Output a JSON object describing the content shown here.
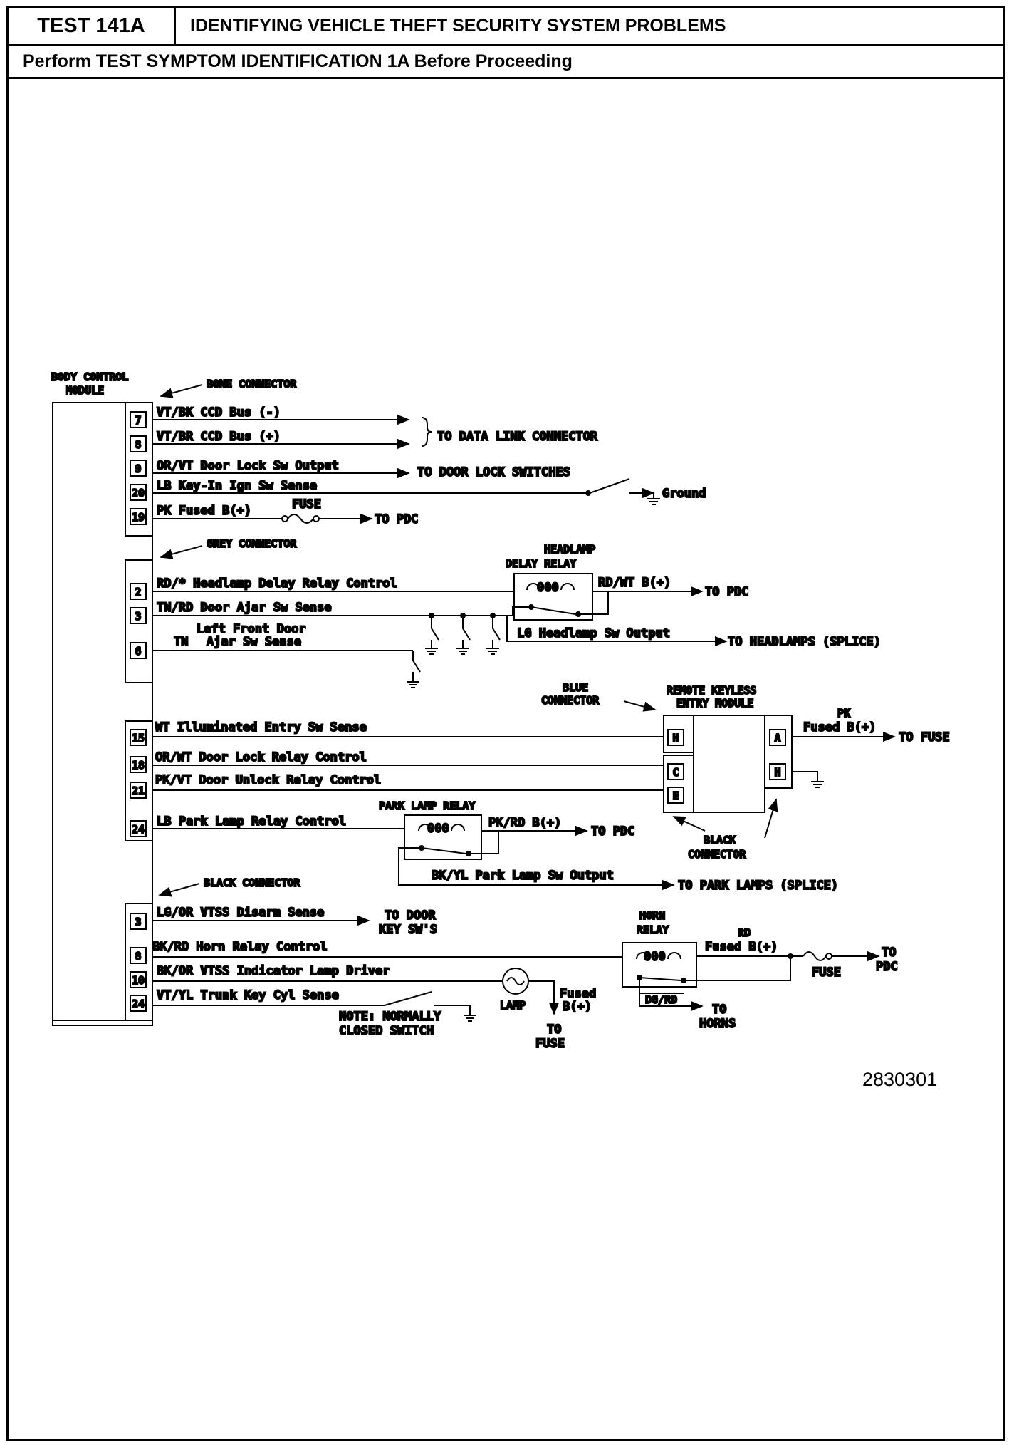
{
  "header": {
    "test_id": "TEST 141A",
    "title": "IDENTIFYING VEHICLE THEFT SECURITY SYSTEM PROBLEMS",
    "instruction": "Perform TEST SYMPTOM IDENTIFICATION 1A Before Proceeding"
  },
  "diagram": {
    "module_label_1": "BODY CONTROL",
    "module_label_2": "MODULE",
    "bone": {
      "title": "BONE CONNECTOR",
      "pins": [
        "7",
        "8",
        "9",
        "20",
        "19"
      ],
      "wires": [
        "VT/BK CCD Bus (-)",
        "VT/BR CCD Bus (+)",
        "OR/VT Door Lock Sw Output",
        "LB Key-In Ign Sw Sense",
        "PK Fused B(+)"
      ],
      "dest_data_link": "TO DATA LINK CONNECTOR",
      "dest_door_lock": "TO DOOR LOCK SWITCHES",
      "ground": "Ground",
      "fuse": "FUSE",
      "dest_pdc": "TO PDC"
    },
    "grey": {
      "title": "GREY CONNECTOR",
      "pins": [
        "2",
        "3",
        "6"
      ],
      "wires": [
        "RD/* Headlamp Delay Relay Control",
        "TN/RD Door Ajar Sw Sense",
        "TN"
      ],
      "left_door_1": "Left Front Door",
      "left_door_2": "Ajar Sw Sense",
      "relay_1": "HEADLAMP",
      "relay_2": "DELAY RELAY",
      "relay_out": "RD/WT B(+)",
      "dest_pdc": "TO PDC",
      "headlamp_sw": "LG Headlamp Sw Output",
      "dest_headlamps": "TO HEADLAMPS (SPLICE)"
    },
    "blue": {
      "blue_connector_1": "BLUE",
      "blue_connector_2": "CONNECTOR",
      "rke_1": "REMOTE KEYLESS",
      "rke_2": "ENTRY MODULE",
      "pins": [
        "15",
        "18",
        "21",
        "24"
      ],
      "wires": [
        "WT Illuminated Entry Sw Sense",
        "OR/WT Door Lock Relay Control",
        "PK/VT Door Unlock Relay Control",
        "LB Park Lamp Relay Control"
      ],
      "rke_pins_left": [
        "H",
        "C",
        "E"
      ],
      "rke_pins_right": [
        "A",
        "H"
      ],
      "pk_label": "PK",
      "fused_label": "Fused B(+)",
      "dest_fuse": "TO FUSE",
      "black_connector_1": "BLACK",
      "black_connector_2": "CONNECTOR",
      "park_relay": "PARK LAMP RELAY",
      "park_out": "PK/RD B(+)",
      "dest_pdc": "TO PDC",
      "park_sw": "BK/YL Park Lamp Sw Output",
      "dest_park_lamps": "TO PARK LAMPS (SPLICE)"
    },
    "black": {
      "title": "BLACK CONNECTOR",
      "pins": [
        "3",
        "8",
        "10",
        "24"
      ],
      "wires": [
        "LG/OR VTSS Disarm Sense",
        "BK/RD Horn Relay Control",
        "BK/OR VTSS Indicator Lamp Driver",
        "VT/YL Trunk Key Cyl Sense"
      ],
      "dest_door_key_1": "TO DOOR",
      "dest_door_key_2": "KEY SW'S",
      "horn_relay_1": "HORN",
      "horn_relay_2": "RELAY",
      "rd": "RD",
      "fused": "Fused B(+)",
      "fuse": "FUSE",
      "dest_pdc_1": "TO",
      "dest_pdc_2": "PDC",
      "dg_rd": "DG/RD",
      "dest_horns_1": "TO",
      "dest_horns_2": "HORNS",
      "lamp": "LAMP",
      "lamp_fused_1": "Fused",
      "lamp_fused_2": "B(+)",
      "dest_fuse_1": "TO",
      "dest_fuse_2": "FUSE",
      "note_1": "NOTE: NORMALLY",
      "note_2": "CLOSED SWITCH"
    },
    "figure_number": "2830301"
  }
}
